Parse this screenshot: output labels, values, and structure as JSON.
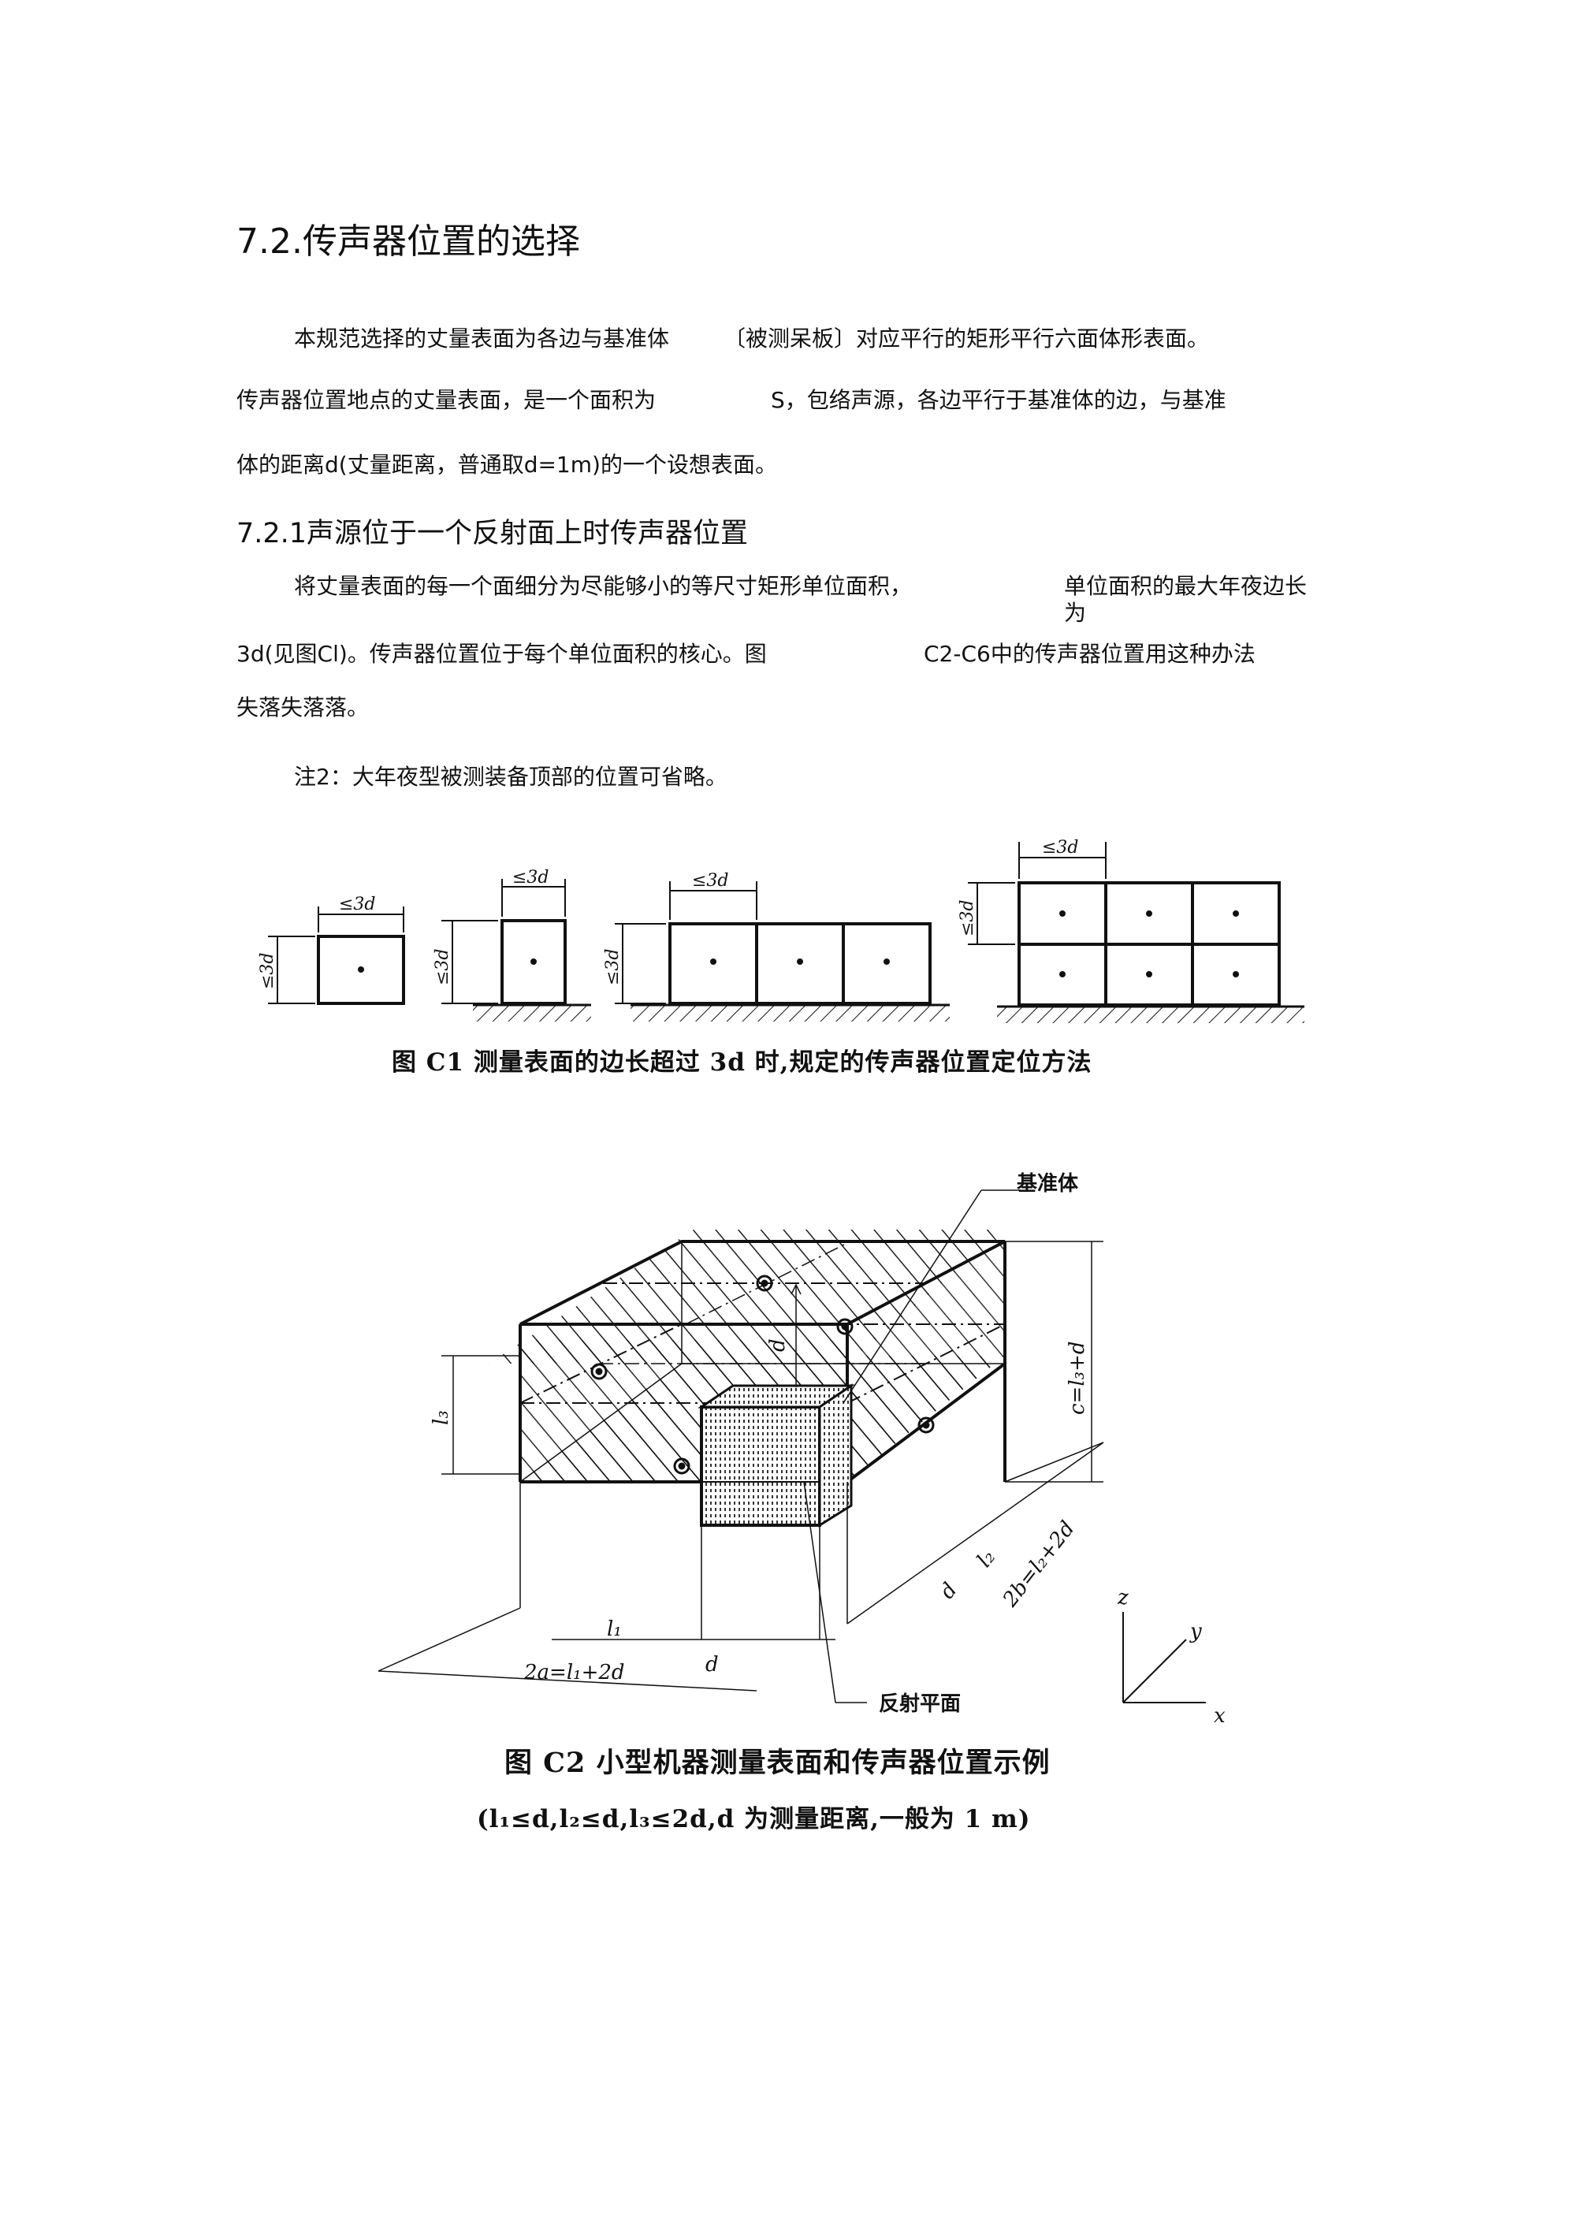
{
  "section": {
    "title": "7.2.传声器位置的选择",
    "para1": {
      "l1a": "本规范选择的丈量表面为各边与基准体",
      "l1b": "〔被测呆板〕对应平行的矩形平行六面体形表面。",
      "l2a": "传声器位置地点的丈量表面，是一个面积为",
      "l2b": "S，包络声源，各边平行于基准体的边，与基准",
      "l3": "体的距离d(丈量距离，普通取d=1m)的一个设想表面。"
    }
  },
  "subsection": {
    "title": "7.2.1声源位于一个反射面上时传声器位置",
    "para": {
      "l1a": "将丈量表面的每一个面细分为尽能够小的等尺寸矩形单位面积，",
      "l1b": "单位面积的最大年夜边长",
      "l1c": "为",
      "l2a": "3d(见图Cl)。传声器位置位于每个单位面积的核心。图",
      "l2b": "C2-C6中的传声器位置用这种办法",
      "l3": "失落失落落。"
    },
    "note": "注2：大年夜型被测装备顶部的位置可省略。"
  },
  "fig1": {
    "dim": "≤3d",
    "caption": "图 C1   测量表面的边长超过 3d 时,规定的传声器位置定位方法"
  },
  "fig2": {
    "label_base": "基准体",
    "label_reflect": "反射平面",
    "label_d": "d",
    "label_c": "c=l₃+d",
    "label_l3": "l₃",
    "label_l1": "l₁",
    "label_2a": "2a=l₁+2d",
    "label_d2": "d",
    "label_2b": "2b=l₂+2d",
    "label_l2": "l₂",
    "label_d3": "d",
    "axis_x": "x",
    "axis_y": "y",
    "axis_z": "z",
    "caption1": "图 C2   小型机器测量表面和传声器位置示例",
    "caption2": "(l₁≤d,l₂≤d,l₃≤2d,d 为测量距离,一般为 1 m)"
  }
}
